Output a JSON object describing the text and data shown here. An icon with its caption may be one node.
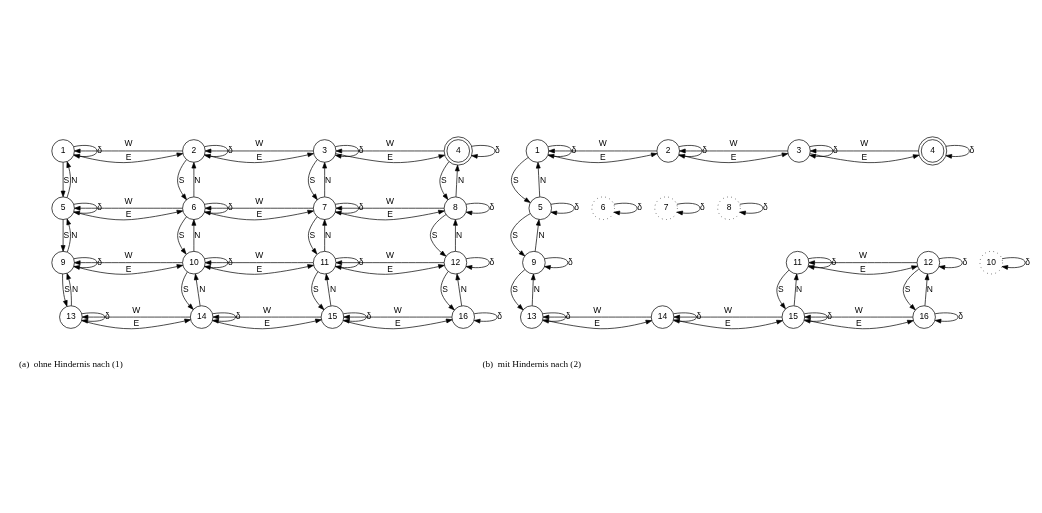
{
  "diagram": {
    "nodes": [
      {
        "text": [
          "1"
        ]
      },
      {
        "text": [
          "2"
        ]
      },
      {
        "text": [
          "3"
        ]
      },
      {
        "text": [
          "4"
        ]
      },
      {
        "text": [
          "5"
        ]
      },
      {
        "text": [
          "6"
        ]
      },
      {
        "text": [
          "7"
        ]
      },
      {
        "text": [
          "8"
        ]
      },
      {
        "text": [
          "9"
        ]
      },
      {
        "text": [
          "10"
        ]
      },
      {
        "text": [
          "11"
        ]
      },
      {
        "text": [
          "12"
        ]
      },
      {
        "text": [
          "13"
        ]
      },
      {
        "text": [
          "14"
        ]
      },
      {
        "text": [
          "15"
        ]
      },
      {
        "text": [
          "16"
        ]
      },
      {
        "text": [
          "1"
        ]
      },
      {
        "text": [
          "2"
        ]
      },
      {
        "text": [
          "3"
        ]
      },
      {
        "text": [
          "4"
        ]
      },
      {
        "text": [
          "5"
        ]
      },
      {
        "text": [
          "6"
        ]
      },
      {
        "text": [
          "7"
        ]
      },
      {
        "text": [
          "8"
        ]
      },
      {
        "text": [
          "9"
        ]
      },
      {
        "text": [
          "10"
        ]
      },
      {
        "text": [
          "11"
        ]
      },
      {
        "text": [
          "12"
        ]
      },
      {
        "text": [
          "13"
        ]
      },
      {
        "text": [
          "14"
        ]
      },
      {
        "text": [
          "15"
        ]
      },
      {
        "text": [
          "16"
        ]
      }
    ],
    "edges": [
      {
        "from": 0,
        "to": 1,
        "label": "E",
        "arrow": "to"
      },
      {
        "from": 1,
        "to": 0,
        "label": "W",
        "arrow": "to"
      },
      {
        "from": 1,
        "to": 2,
        "label": "E",
        "arrow": "to"
      },
      {
        "from": 2,
        "to": 1,
        "label": "W",
        "arrow": "to"
      },
      {
        "from": 2,
        "to": 3,
        "label": "E",
        "arrow": "to"
      },
      {
        "from": 3,
        "to": 2,
        "label": "W",
        "arrow": "to"
      },
      {
        "from": 4,
        "to": 5,
        "label": "E",
        "arrow": "to"
      },
      {
        "from": 5,
        "to": 4,
        "label": "W",
        "arrow": "to"
      },
      {
        "from": 5,
        "to": 6,
        "label": "E",
        "arrow": "to"
      },
      {
        "from": 6,
        "to": 5,
        "label": "W",
        "arrow": "to"
      },
      {
        "from": 6,
        "to": 7,
        "label": "E",
        "arrow": "to"
      },
      {
        "from": 7,
        "to": 6,
        "label": "W",
        "arrow": "to"
      },
      {
        "from": 8,
        "to": 9,
        "label": "E",
        "arrow": "to"
      },
      {
        "from": 9,
        "to": 8,
        "label": "W",
        "arrow": "to"
      },
      {
        "from": 9,
        "to": 10,
        "label": "E",
        "arrow": "to"
      },
      {
        "from": 10,
        "to": 9,
        "label": "W",
        "arrow": "to"
      },
      {
        "from": 10,
        "to": 11,
        "label": "E",
        "arrow": "to"
      },
      {
        "from": 11,
        "to": 10,
        "label": "W",
        "arrow": "to"
      },
      {
        "from": 12,
        "to": 13,
        "label": "E",
        "arrow": "to"
      },
      {
        "from": 13,
        "to": 12,
        "label": "W",
        "arrow": "to"
      },
      {
        "from": 13,
        "to": 14,
        "label": "E",
        "arrow": "to"
      },
      {
        "from": 14,
        "to": 13,
        "label": "W",
        "arrow": "to"
      },
      {
        "from": 14,
        "to": 15,
        "label": "E",
        "arrow": "to"
      },
      {
        "from": 15,
        "to": 14,
        "label": "W",
        "arrow": "to"
      },
      {
        "from": 0,
        "to": 0,
        "label": "δ",
        "arrow": "to"
      },
      {
        "from": 1,
        "to": 1,
        "label": "δ",
        "arrow": "to"
      },
      {
        "from": 2,
        "to": 2,
        "label": "δ",
        "arrow": "to"
      },
      {
        "from": 3,
        "to": 3,
        "label": "δ",
        "arrow": "to"
      },
      {
        "from": 4,
        "to": 4,
        "label": "δ",
        "arrow": "to"
      },
      {
        "from": 5,
        "to": 5,
        "label": "δ",
        "arrow": "to"
      },
      {
        "from": 6,
        "to": 6,
        "label": "δ",
        "arrow": "to"
      },
      {
        "from": 7,
        "to": 7,
        "label": "δ",
        "arrow": "to"
      },
      {
        "from": 8,
        "to": 8,
        "label": "δ",
        "arrow": "to"
      },
      {
        "from": 9,
        "to": 9,
        "label": "δ",
        "arrow": "to"
      },
      {
        "from": 10,
        "to": 10,
        "label": "δ",
        "arrow": "to"
      },
      {
        "from": 11,
        "to": 11,
        "label": "δ",
        "arrow": "to"
      },
      {
        "from": 12,
        "to": 12,
        "label": "δ",
        "arrow": "to"
      },
      {
        "from": 13,
        "to": 13,
        "label": "δ",
        "arrow": "to"
      },
      {
        "from": 14,
        "to": 14,
        "label": "δ",
        "arrow": "to"
      },
      {
        "from": 15,
        "to": 15,
        "label": "δ",
        "arrow": "to"
      },
      {
        "from": 0,
        "to": 4,
        "label": "S",
        "arrow": "to"
      },
      {
        "from": 4,
        "to": 0,
        "label": "N",
        "arrow": "to"
      },
      {
        "from": 1,
        "to": 5,
        "label": "S",
        "arrow": "to"
      },
      {
        "from": 5,
        "to": 1,
        "label": "N",
        "arrow": "to"
      },
      {
        "from": 2,
        "to": 6,
        "label": "S",
        "arrow": "to"
      },
      {
        "from": 6,
        "to": 2,
        "label": "N",
        "arrow": "to"
      },
      {
        "from": 3,
        "to": 7,
        "label": "S",
        "arrow": "to"
      },
      {
        "from": 7,
        "to": 3,
        "label": "N",
        "arrow": "to"
      },
      {
        "from": 4,
        "to": 8,
        "label": "S",
        "arrow": "to"
      },
      {
        "from": 8,
        "to": 4,
        "label": "N",
        "arrow": "to"
      },
      {
        "from": 5,
        "to": 9,
        "label": "S",
        "arrow": "to"
      },
      {
        "from": 9,
        "to": 5,
        "label": "N",
        "arrow": "to"
      },
      {
        "from": 6,
        "to": 10,
        "label": "S",
        "arrow": "to"
      },
      {
        "from": 10,
        "to": 6,
        "label": "N",
        "arrow": "to"
      },
      {
        "from": 7,
        "to": 11,
        "label": "S",
        "arrow": "to"
      },
      {
        "from": 11,
        "to": 7,
        "label": "N",
        "arrow": "to"
      },
      {
        "from": 8,
        "to": 12,
        "label": "S",
        "arrow": "to"
      },
      {
        "from": 12,
        "to": 8,
        "label": "N",
        "arrow": "to"
      },
      {
        "from": 9,
        "to": 13,
        "label": "S",
        "arrow": "to"
      },
      {
        "from": 13,
        "to": 9,
        "label": "N",
        "arrow": "to"
      },
      {
        "from": 10,
        "to": 14,
        "label": "S",
        "arrow": "to"
      },
      {
        "from": 14,
        "to": 10,
        "label": "N",
        "arrow": "to"
      },
      {
        "from": 11,
        "to": 15,
        "label": "S",
        "arrow": "to"
      },
      {
        "from": 15,
        "to": 11,
        "label": "N",
        "arrow": "to"
      },
      {
        "from": 16,
        "to": 17,
        "label": "E",
        "arrow": "to"
      },
      {
        "from": 17,
        "to": 16,
        "label": "W",
        "arrow": "to"
      },
      {
        "from": 17,
        "to": 18,
        "label": "E",
        "arrow": "to"
      },
      {
        "from": 18,
        "to": 17,
        "label": "W",
        "arrow": "to"
      },
      {
        "from": 18,
        "to": 19,
        "label": "E",
        "arrow": "to"
      },
      {
        "from": 19,
        "to": 18,
        "label": "W",
        "arrow": "to"
      },
      {
        "from": 26,
        "to": 27,
        "label": "E",
        "arrow": "to"
      },
      {
        "from": 27,
        "to": 26,
        "label": "W",
        "arrow": "to"
      },
      {
        "from": 28,
        "to": 29,
        "label": "E",
        "arrow": "to"
      },
      {
        "from": 29,
        "to": 28,
        "label": "W",
        "arrow": "to"
      },
      {
        "from": 29,
        "to": 30,
        "label": "E",
        "arrow": "to"
      },
      {
        "from": 30,
        "to": 29,
        "label": "W",
        "arrow": "to"
      },
      {
        "from": 30,
        "to": 31,
        "label": "E",
        "arrow": "to"
      },
      {
        "from": 31,
        "to": 30,
        "label": "W",
        "arrow": "to"
      },
      {
        "from": 16,
        "to": 16,
        "label": "δ",
        "arrow": "to"
      },
      {
        "from": 17,
        "to": 17,
        "label": "δ",
        "arrow": "to"
      },
      {
        "from": 18,
        "to": 18,
        "label": "δ",
        "arrow": "to"
      },
      {
        "from": 19,
        "to": 19,
        "label": "δ",
        "arrow": "to"
      },
      {
        "from": 20,
        "to": 20,
        "label": "δ",
        "arrow": "to"
      },
      {
        "from": 21,
        "to": 21,
        "label": "δ",
        "arrow": "to"
      },
      {
        "from": 22,
        "to": 22,
        "label": "δ",
        "arrow": "to"
      },
      {
        "from": 23,
        "to": 23,
        "label": "δ",
        "arrow": "to"
      },
      {
        "from": 24,
        "to": 24,
        "label": "δ",
        "arrow": "to"
      },
      {
        "from": 25,
        "to": 25,
        "label": "δ",
        "arrow": "to"
      },
      {
        "from": 26,
        "to": 26,
        "label": "δ",
        "arrow": "to"
      },
      {
        "from": 27,
        "to": 27,
        "label": "δ",
        "arrow": "to"
      },
      {
        "from": 28,
        "to": 28,
        "label": "δ",
        "arrow": "to"
      },
      {
        "from": 29,
        "to": 29,
        "label": "δ",
        "arrow": "to"
      },
      {
        "from": 30,
        "to": 30,
        "label": "δ",
        "arrow": "to"
      },
      {
        "from": 31,
        "to": 31,
        "label": "δ",
        "arrow": "to"
      },
      {
        "from": 16,
        "to": 20,
        "label": "S",
        "arrow": "to"
      },
      {
        "from": 20,
        "to": 16,
        "label": "N",
        "arrow": "to"
      },
      {
        "from": 20,
        "to": 24,
        "label": "S",
        "arrow": "to"
      },
      {
        "from": 24,
        "to": 20,
        "label": "N",
        "arrow": "to"
      },
      {
        "from": 24,
        "to": 28,
        "label": "S",
        "arrow": "to"
      },
      {
        "from": 28,
        "to": 24,
        "label": "N",
        "arrow": "to"
      },
      {
        "from": 26,
        "to": 30,
        "label": "S",
        "arrow": "to"
      },
      {
        "from": 30,
        "to": 26,
        "label": "N",
        "arrow": "to"
      },
      {
        "from": 27,
        "to": 31,
        "label": "S",
        "arrow": "to"
      },
      {
        "from": 31,
        "to": 27,
        "label": "N",
        "arrow": "to"
      }
    ],
    "labels": [
      "(a)  ohne Hindernis nach (1)",
      "(b)  mit Hindernis nach (2)"
    ]
  }
}
